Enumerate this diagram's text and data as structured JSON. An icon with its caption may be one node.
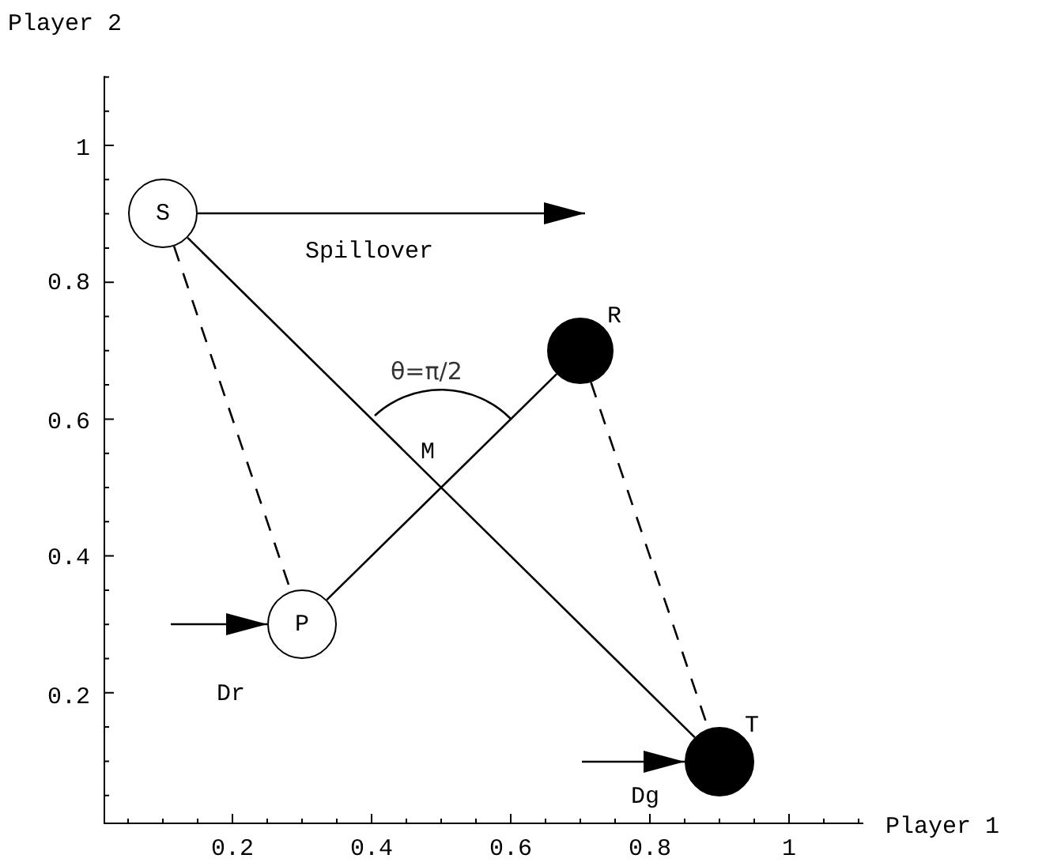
{
  "diagram": {
    "nodes": [
      {
        "text": [
          "S"
        ]
      },
      {
        "text": [
          "P"
        ]
      },
      {
        "text": [],
        "shape": "circle",
        "beside": [
          "R"
        ]
      },
      {
        "text": [],
        "shape": "circle",
        "beside": [
          "T"
        ]
      }
    ],
    "edges": [
      {
        "from": 0,
        "to": 3,
        "arrow": "none"
      },
      {
        "from": 1,
        "to": 2,
        "arrow": "none"
      },
      {
        "from": 0,
        "to": 1,
        "arrow": "none",
        "style": "dashed"
      },
      {
        "from": 2,
        "to": 3,
        "arrow": "none",
        "style": "dashed"
      },
      {
        "from": 0,
        "to": null,
        "arrow": "to",
        "label": "Spillover"
      },
      {
        "from": null,
        "to": 1,
        "arrow": "to",
        "label": "Dr"
      },
      {
        "from": null,
        "to": 3,
        "arrow": "to",
        "label": "Dg"
      }
    ],
    "labels": [
      "Player 2",
      "1",
      "0.8",
      "0.6",
      "0.4",
      "0.2",
      "θ=π/2",
      "M",
      "0.2",
      "0.4",
      "0.6",
      "0.8",
      "1",
      "Player 1"
    ]
  }
}
